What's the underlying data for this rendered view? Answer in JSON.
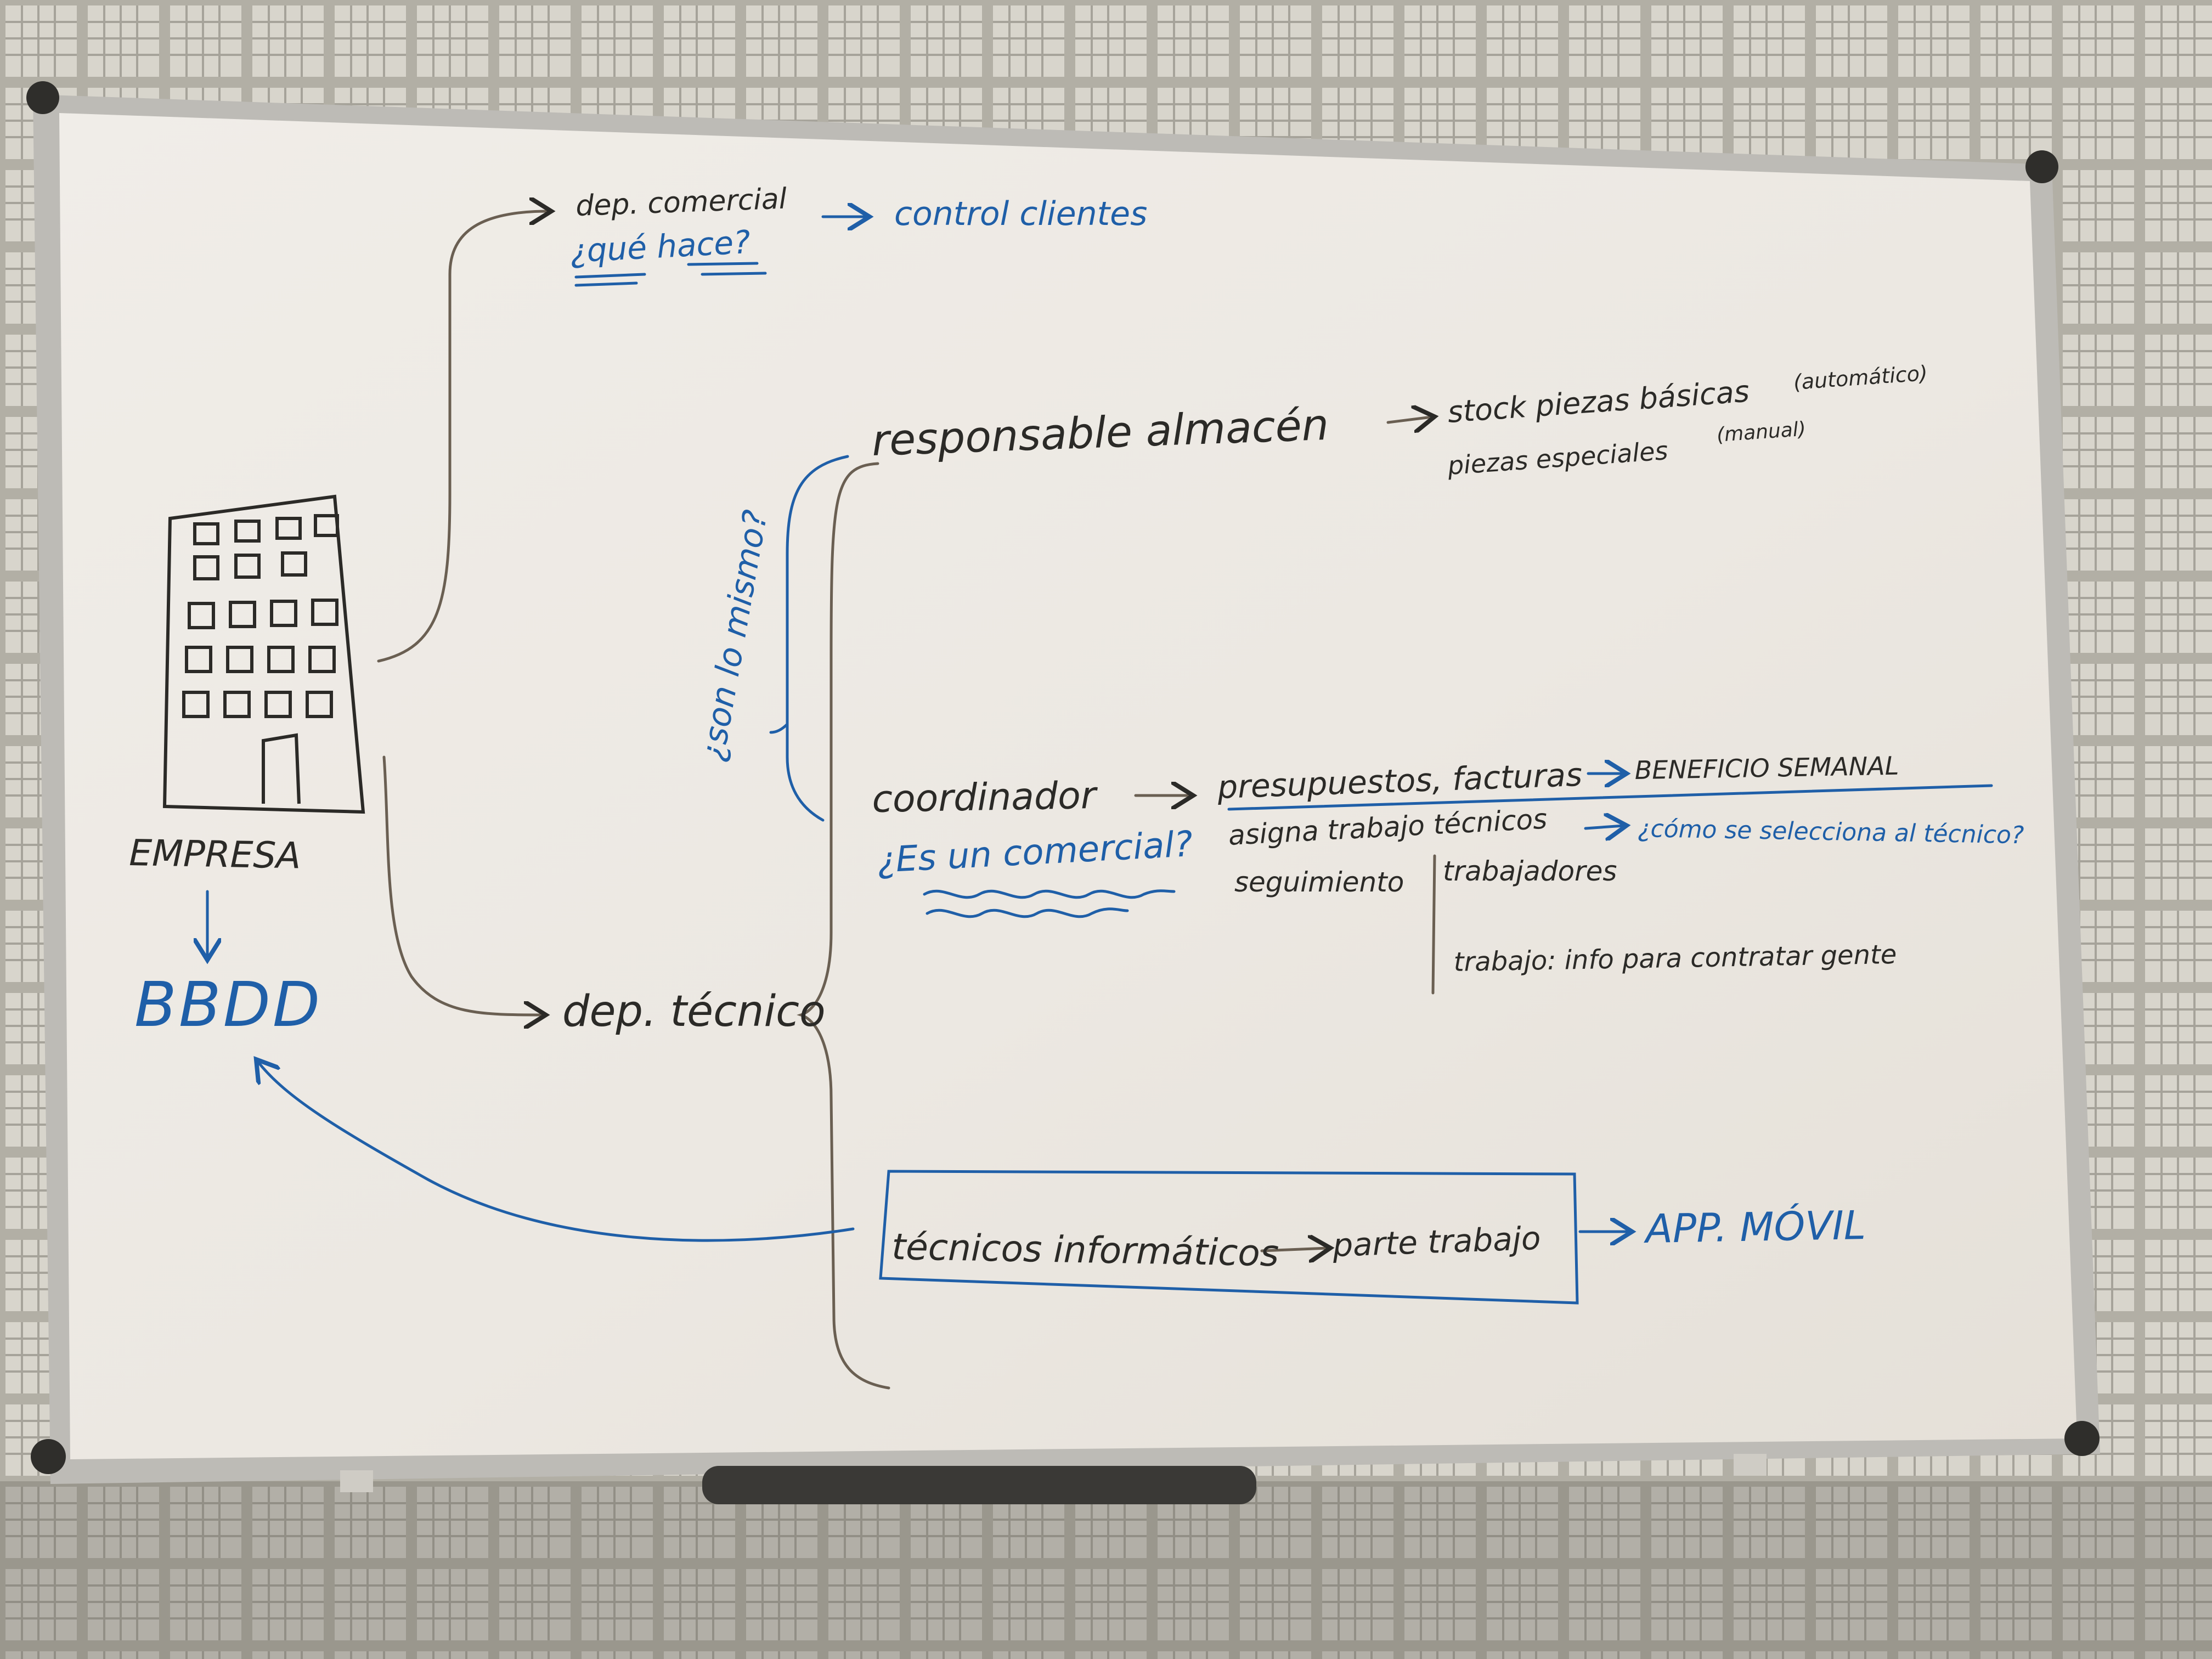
{
  "whiteboard": {
    "company": {
      "label": "EMPRESA",
      "database": "BBDD"
    },
    "commercial": {
      "department": "dep. comercial",
      "question": "¿qué hace?",
      "result": "control clientes"
    },
    "technical": {
      "department": "dep. técnico",
      "side_question": "¿son lo mismo?",
      "warehouse": {
        "role": "responsable almacén",
        "line1": "stock piezas básicas",
        "line1_note": "(automático)",
        "line2": "piezas especiales",
        "line2_note": "(manual)"
      },
      "coordinator": {
        "role": "coordinador",
        "question": "¿Es un comercial?",
        "task1": "presupuestos, facturas",
        "task1_result": "BENEFICIO SEMANAL",
        "task2": "asigna trabajo técnicos",
        "task2_question": "¿cómo se selecciona al técnico?",
        "task3": "seguimiento",
        "task3_item1": "trabajadores",
        "task3_item2": "trabajo: info para contratar gente"
      },
      "technicians": {
        "role": "técnicos informáticos",
        "output": "parte trabajo",
        "app": "APP. MÓVIL"
      }
    },
    "colors": {
      "black_marker": "#2b2a27",
      "blue_marker": "#1f5fa8",
      "board": "#ece8e2",
      "frame": "#bdbbb6"
    },
    "icons": [
      "building-icon"
    ]
  }
}
